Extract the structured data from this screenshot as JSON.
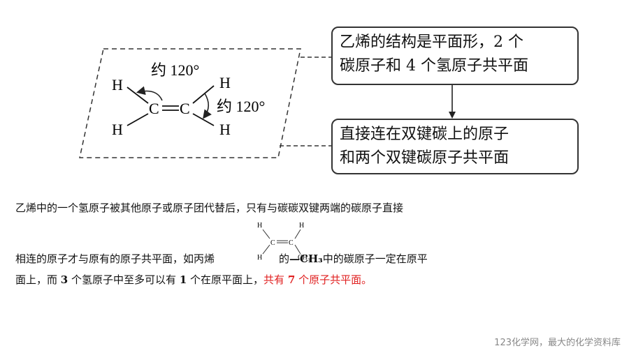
{
  "diagram": {
    "angle_label_top": "约 120°",
    "angle_label_right": "约 120°",
    "carbon": "C",
    "hydrogen": "H"
  },
  "box1": {
    "line1": "乙烯的结构是平面形，2 个",
    "line2": "碳原子和 4 个氢原子共平面"
  },
  "box2": {
    "line1": "直接连在双键碳上的原子",
    "line2": "和两个双键碳原子共平面"
  },
  "para": {
    "line1": "乙烯中的一个氢原子被其他原子或原子团代替后，只有与碳碳双键两端的碳原子直接",
    "line2_pre": "相连的原子才与原有的原子共平面，如丙烯",
    "line2_mid": "的",
    "line2_group": "—CH₃",
    "line2_post": "中的碳原子一定在原平",
    "line3_pre": "面上，而",
    "line3_n3": "3",
    "line3_mid1": "个氢原子中至多可以有",
    "line3_n1": "1",
    "line3_mid2": "个在原平面上，",
    "line3_red_pre": "共有",
    "line3_red_n": "7",
    "line3_red_post": "个原子共平面。"
  },
  "propene": {
    "h": "H",
    "c": "C",
    "ch3": "CH₃"
  },
  "footer": "123化学网，最大的化学资料库",
  "colors": {
    "highlight": "#e02020",
    "footer": "#888888"
  }
}
